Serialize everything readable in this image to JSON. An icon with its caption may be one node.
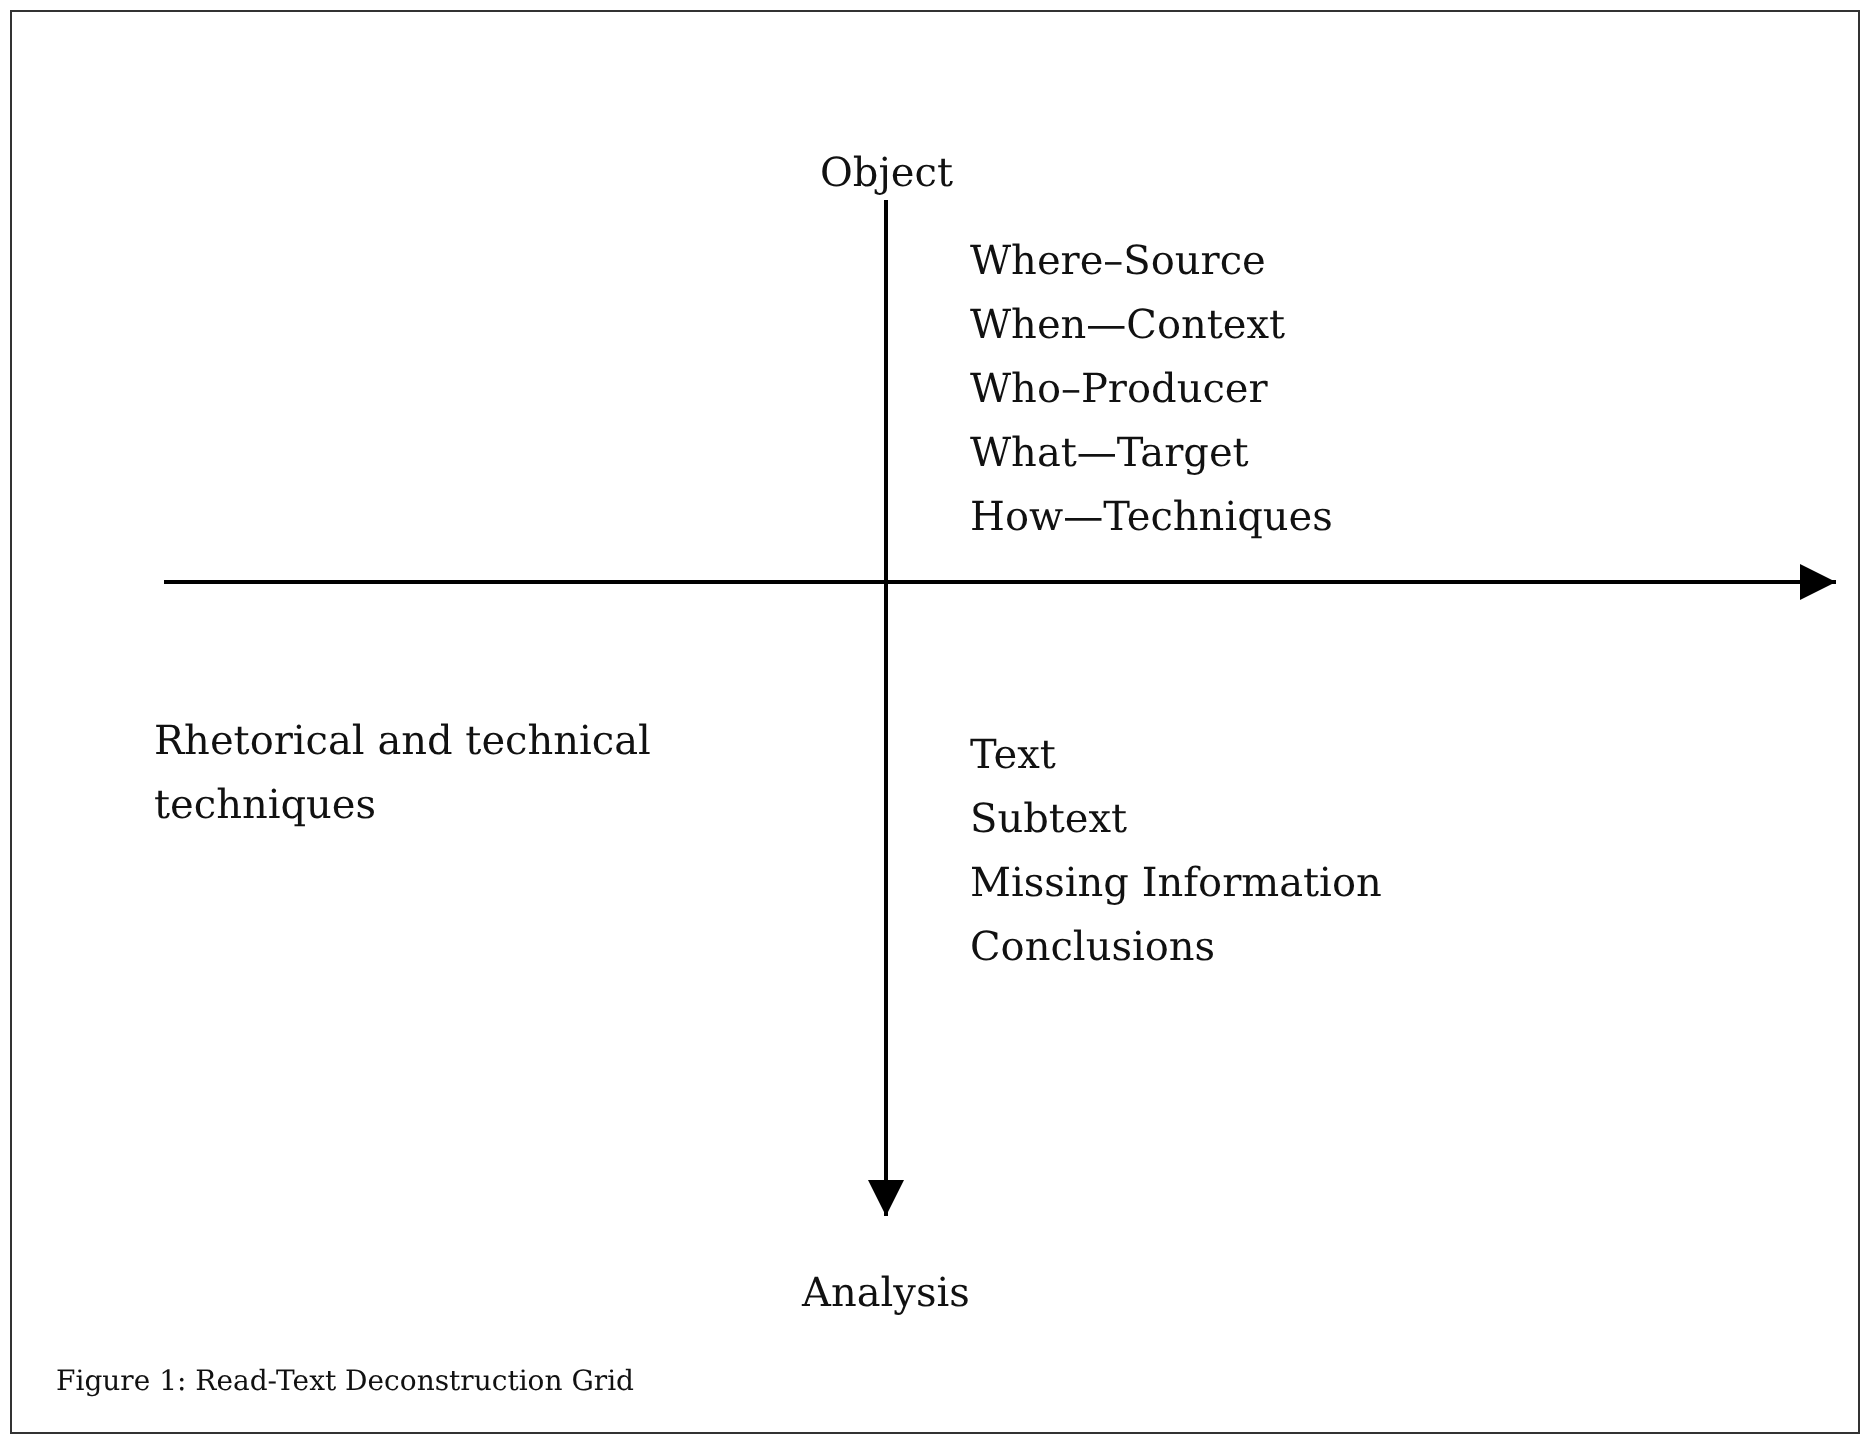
{
  "diagram": {
    "caption": "Figure 1: Read-Text Deconstruction Grid",
    "labels": [
      "Object",
      "Where–Source",
      "When—Context",
      "Who–Producer",
      "What—Target",
      "How—Techniques",
      "Rhetorical and technical techniques",
      "Text",
      "Subtext",
      "Missing Information",
      "Conclusions",
      "Analysis"
    ]
  }
}
